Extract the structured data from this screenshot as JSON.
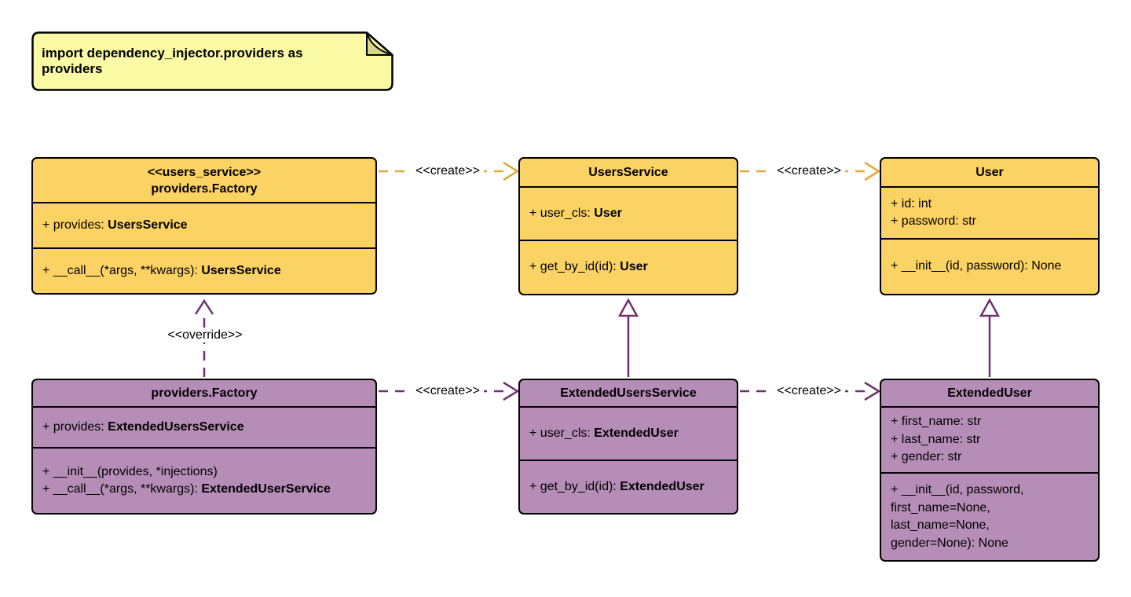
{
  "colors": {
    "yellow_fill": "#FBD264",
    "purple_fill": "#B58DB6",
    "note_fill": "#FAFAA5",
    "note_fold": "#D6D687",
    "gold_arrow": "#E2A838",
    "purple_arrow": "#6F3171"
  },
  "note": {
    "text": "import dependency_injector.providers as providers"
  },
  "labels": {
    "create": "<<create>>",
    "override": "<<override>>"
  },
  "classes": {
    "factory_users": {
      "stereotype": "<<users_service>>",
      "name": "providers.Factory",
      "attr_prefix": "+ provides: ",
      "attr_type": "UsersService",
      "method_prefix": "+ __call__(*args, **kwargs): ",
      "method_type": "UsersService"
    },
    "users_service": {
      "name": "UsersService",
      "attr_prefix": "+ user_cls: ",
      "attr_type": "User",
      "method_prefix": "+ get_by_id(id): ",
      "method_type": "User"
    },
    "user": {
      "name": "User",
      "attributes": [
        "+ id: int",
        "+ password: str"
      ],
      "method": "+ __init__(id, password): None"
    },
    "factory_extended": {
      "name": "providers.Factory",
      "attr_prefix": "+ provides: ",
      "attr_type": "ExtendedUsersService",
      "method1": "+ __init__(provides, *injections)",
      "method2_prefix": "+ __call__(*args, **kwargs): ",
      "method2_type": "ExtendedUserService"
    },
    "extended_users_service": {
      "name": "ExtendedUsersService",
      "attr_prefix": "+ user_cls: ",
      "attr_type": "ExtendedUser",
      "method_prefix": "+ get_by_id(id): ",
      "method_type": "ExtendedUser"
    },
    "extended_user": {
      "name": "ExtendedUser",
      "attributes": [
        "+ first_name: str",
        "+ last_name: str",
        "+ gender: str"
      ],
      "method_lines": [
        "+ __init__(id, password,",
        "first_name=None,",
        "last_name=None,",
        "gender=None): None"
      ]
    }
  }
}
